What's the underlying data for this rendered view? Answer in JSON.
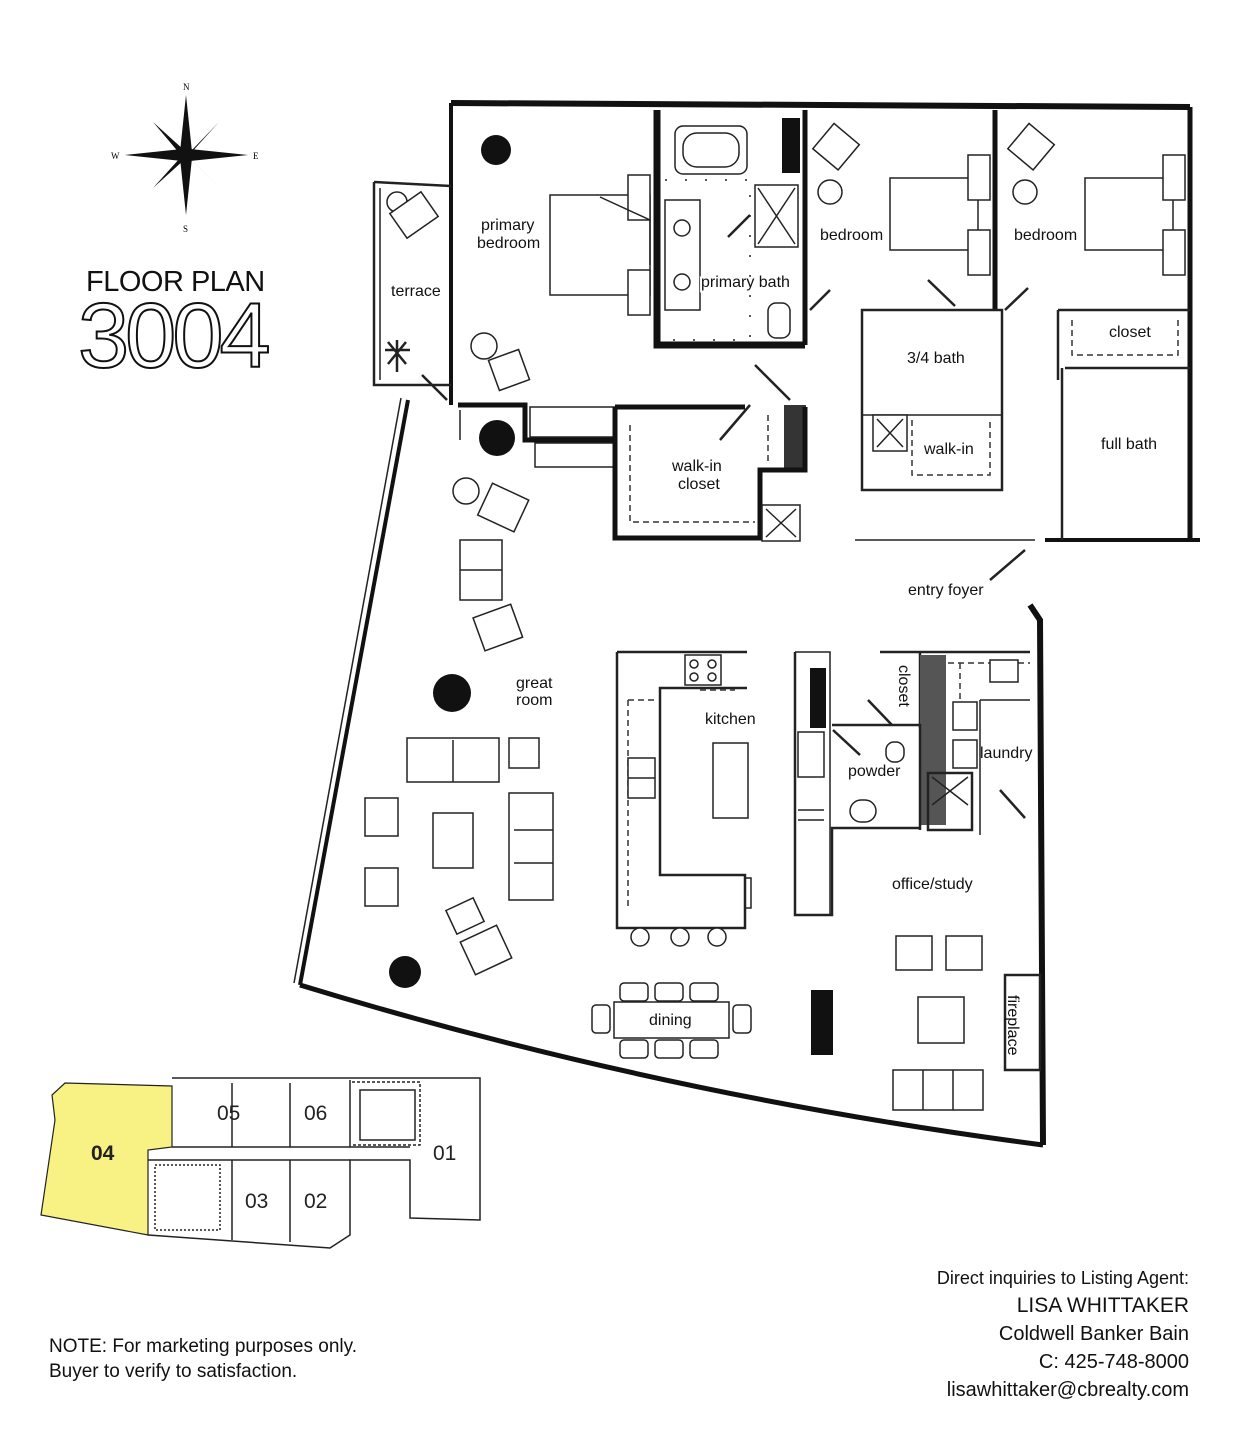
{
  "title": {
    "line1": "FLOOR PLAN",
    "number": "3004"
  },
  "compass": {
    "n": "N",
    "s": "S",
    "e": "E",
    "w": "W"
  },
  "rooms": {
    "terrace": "terrace",
    "primary_bedroom_1": "primary",
    "primary_bedroom_2": "bedroom",
    "primary_bath": "primary bath",
    "bedroom_a": "bedroom",
    "bedroom_b": "bedroom",
    "three_quarter_bath": "3/4 bath",
    "walk_in": "walk-in",
    "closet_top": "closet",
    "full_bath": "full bath",
    "walk_in_closet_1": "walk-in",
    "walk_in_closet_2": "closet",
    "entry_foyer": "entry foyer",
    "great_room_1": "great",
    "great_room_2": "room",
    "kitchen": "kitchen",
    "closet_vertical": "closet",
    "powder": "powder",
    "laundry": "laundry",
    "office_study": "office/study",
    "dining": "dining",
    "fireplace": "fireplace"
  },
  "keyplan": {
    "highlight_color": "#f7f283",
    "units": [
      "05",
      "06",
      "04",
      "01",
      "03",
      "02"
    ]
  },
  "note": {
    "line1": "NOTE: For marketing purposes only.",
    "line2": "Buyer to verify to satisfaction."
  },
  "agent": {
    "intro": "Direct inquiries to Listing Agent:",
    "name": "LISA WHITTAKER",
    "company": "Coldwell Banker Bain",
    "phone": "C: 425-748-8000",
    "email": "lisawhittaker@cbrealty.com"
  }
}
